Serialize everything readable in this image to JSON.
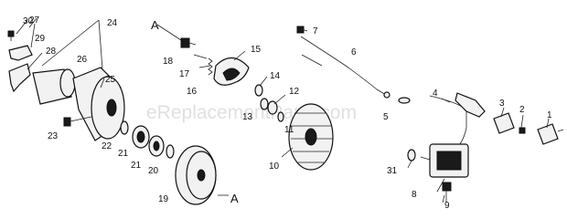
{
  "watermark": "eReplacementParts.com",
  "section_marks": {
    "top": "A",
    "bottom": "A"
  },
  "callouts": {
    "p1": "1",
    "p2": "2",
    "p3": "3",
    "p4": "4",
    "p5": "5",
    "p6": "6",
    "p7": "7",
    "p8": "8",
    "p9": "9",
    "p10": "10",
    "p11": "11",
    "p12": "12",
    "p13": "13",
    "p14": "14",
    "p15": "15",
    "p16": "16",
    "p17": "17",
    "p18": "18",
    "p19": "19",
    "p20": "20",
    "p21a": "21",
    "p21b": "21",
    "p22": "22",
    "p23": "23",
    "p24": "24",
    "p25": "25",
    "p26": "26",
    "p27": "27",
    "p28": "28",
    "p29": "29",
    "p30": "30",
    "p31": "31"
  }
}
